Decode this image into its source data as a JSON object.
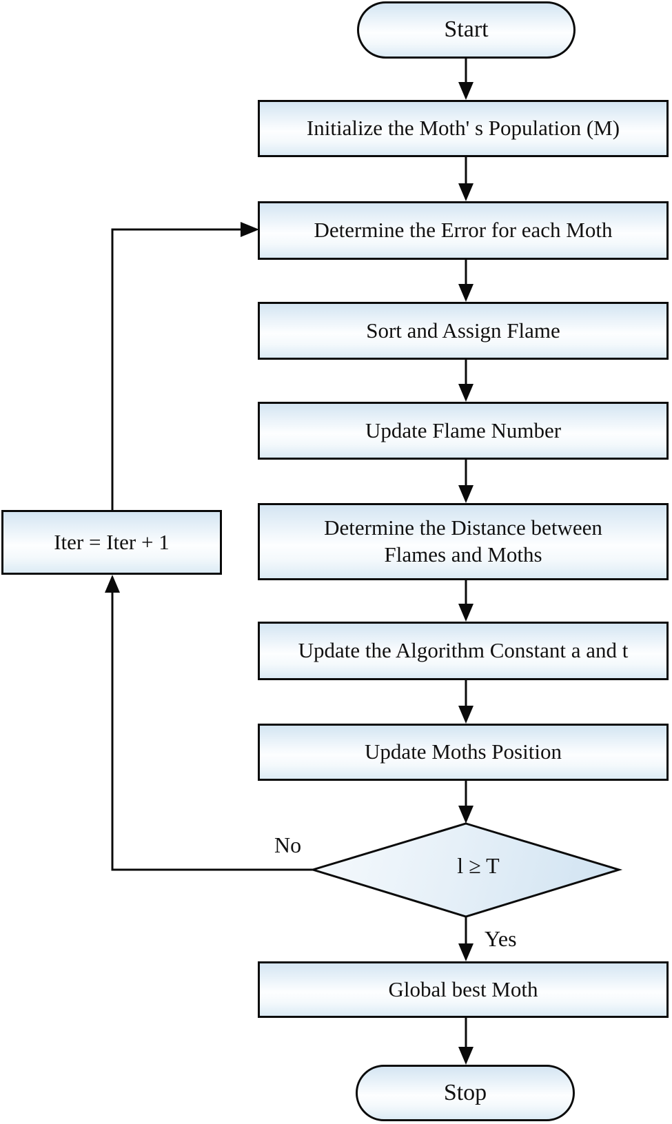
{
  "flowchart": {
    "nodes": {
      "start": {
        "label": "Start",
        "shape": "terminator"
      },
      "initialize": {
        "label": "Initialize the Moth' s Population (M)",
        "shape": "process"
      },
      "determine_error": {
        "label": "Determine the Error for each Moth",
        "shape": "process"
      },
      "sort_assign_flame": {
        "label": "Sort and Assign Flame",
        "shape": "process"
      },
      "update_flame_number": {
        "label": "Update Flame Number",
        "shape": "process"
      },
      "determine_distance": {
        "lines": [
          "Determine the Distance between",
          "Flames and Moths"
        ],
        "shape": "process"
      },
      "update_constants": {
        "label": "Update the Algorithm Constant a and t",
        "shape": "process"
      },
      "update_moths_position": {
        "label": "Update Moths Position",
        "shape": "process"
      },
      "decision": {
        "label": "l ≥ T",
        "shape": "decision"
      },
      "iteration_counter": {
        "label": "Iter = Iter + 1",
        "shape": "process"
      },
      "global_best": {
        "label": "Global best Moth",
        "shape": "process"
      },
      "stop": {
        "label": "Stop",
        "shape": "terminator"
      }
    },
    "edge_labels": {
      "no": "No",
      "yes": "Yes"
    },
    "colors": {
      "background": "#ffffff",
      "border": "#0a0a0a",
      "text": "#111111",
      "node_fill_top": "#d4e5f2",
      "node_fill_middle": "#fdfeff",
      "node_fill_bottom": "#dcebf5",
      "diamond_fill_light": "#f6fafd",
      "diamond_fill_dark": "#cfe2f1"
    }
  }
}
